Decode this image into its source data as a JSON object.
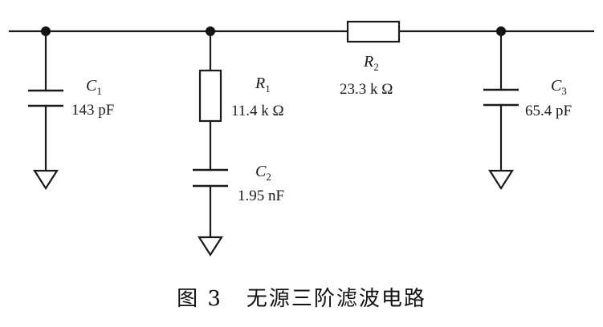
{
  "components": {
    "c1": {
      "name": "C",
      "sub": "1",
      "value": "143 pF"
    },
    "r1": {
      "name": "R",
      "sub": "1",
      "value": "11.4 k Ω"
    },
    "c2": {
      "name": "C",
      "sub": "2",
      "value": "1.95 nF"
    },
    "r2": {
      "name": "R",
      "sub": "2",
      "value": "23.3 k Ω"
    },
    "c3": {
      "name": "C",
      "sub": "3",
      "value": "65.4 pF"
    }
  },
  "caption": {
    "figure_number": "图 3",
    "title": "无源三阶滤波电路"
  }
}
